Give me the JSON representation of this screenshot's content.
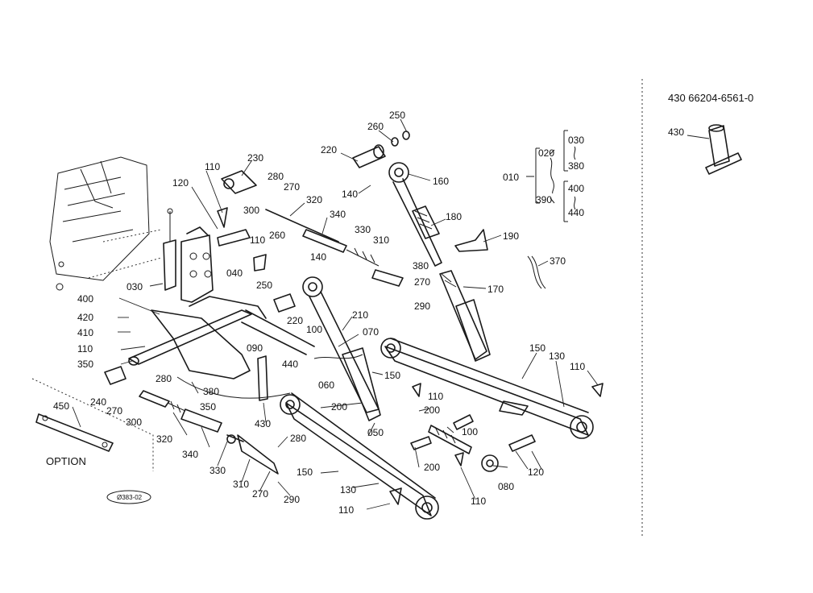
{
  "reference": {
    "header": "430  66204-6561-0",
    "part_label": "430"
  },
  "labels": {
    "option": "OPTION",
    "stamp": "Ø383-02"
  },
  "callouts": [
    {
      "id": "c250a",
      "text": "250"
    },
    {
      "id": "c260a",
      "text": "260"
    },
    {
      "id": "c220a",
      "text": "220"
    },
    {
      "id": "c160",
      "text": "160"
    },
    {
      "id": "c140a",
      "text": "140"
    },
    {
      "id": "c230",
      "text": "230"
    },
    {
      "id": "c280a",
      "text": "280"
    },
    {
      "id": "c270a",
      "text": "270"
    },
    {
      "id": "c110a",
      "text": "110"
    },
    {
      "id": "c120a",
      "text": "120"
    },
    {
      "id": "c300a",
      "text": "300"
    },
    {
      "id": "c320a",
      "text": "320"
    },
    {
      "id": "c340a",
      "text": "340"
    },
    {
      "id": "c180",
      "text": "180"
    },
    {
      "id": "c190",
      "text": "190"
    },
    {
      "id": "c110b",
      "text": "110"
    },
    {
      "id": "c260b",
      "text": "260"
    },
    {
      "id": "c330a",
      "text": "330"
    },
    {
      "id": "c310a",
      "text": "310"
    },
    {
      "id": "c140b",
      "text": "140"
    },
    {
      "id": "c380a",
      "text": "380"
    },
    {
      "id": "c270b",
      "text": "270"
    },
    {
      "id": "c040",
      "text": "040"
    },
    {
      "id": "c250b",
      "text": "250"
    },
    {
      "id": "c290a",
      "text": "290"
    },
    {
      "id": "c370",
      "text": "370"
    },
    {
      "id": "c030",
      "text": "030"
    },
    {
      "id": "c170",
      "text": "170"
    },
    {
      "id": "c400",
      "text": "400"
    },
    {
      "id": "c220b",
      "text": "220"
    },
    {
      "id": "c210",
      "text": "210"
    },
    {
      "id": "c420",
      "text": "420"
    },
    {
      "id": "c100a",
      "text": "100"
    },
    {
      "id": "c070",
      "text": "070"
    },
    {
      "id": "c410",
      "text": "410"
    },
    {
      "id": "c110c",
      "text": "110"
    },
    {
      "id": "c090",
      "text": "090"
    },
    {
      "id": "c440",
      "text": "440"
    },
    {
      "id": "c150a",
      "text": "150"
    },
    {
      "id": "c130a",
      "text": "130"
    },
    {
      "id": "c110d",
      "text": "110"
    },
    {
      "id": "c350a",
      "text": "350"
    },
    {
      "id": "c060",
      "text": "060"
    },
    {
      "id": "c150b",
      "text": "150"
    },
    {
      "id": "c240",
      "text": "240"
    },
    {
      "id": "c280b",
      "text": "280"
    },
    {
      "id": "c380b",
      "text": "380"
    },
    {
      "id": "c110e",
      "text": "110"
    },
    {
      "id": "c350b",
      "text": "350"
    },
    {
      "id": "c200a",
      "text": "200"
    },
    {
      "id": "c270c",
      "text": "270"
    },
    {
      "id": "c300b",
      "text": "300"
    },
    {
      "id": "c200b",
      "text": "200"
    },
    {
      "id": "c100b",
      "text": "100"
    },
    {
      "id": "c430",
      "text": "430"
    },
    {
      "id": "c050",
      "text": "050"
    },
    {
      "id": "c320b",
      "text": "320"
    },
    {
      "id": "c340b",
      "text": "340"
    },
    {
      "id": "c200c",
      "text": "200"
    },
    {
      "id": "c120b",
      "text": "120"
    },
    {
      "id": "c330b",
      "text": "330"
    },
    {
      "id": "c280c",
      "text": "280"
    },
    {
      "id": "c310b",
      "text": "310"
    },
    {
      "id": "c080",
      "text": "080"
    },
    {
      "id": "c150c",
      "text": "150"
    },
    {
      "id": "c270d",
      "text": "270"
    },
    {
      "id": "c290b",
      "text": "290"
    },
    {
      "id": "c130b",
      "text": "130"
    },
    {
      "id": "c110f",
      "text": "110"
    },
    {
      "id": "c110g",
      "text": "110"
    },
    {
      "id": "c450",
      "text": "450"
    }
  ],
  "legend": {
    "root": "010",
    "level1": [
      "020",
      "390"
    ],
    "level2": [
      "030",
      "380",
      "400",
      "440"
    ]
  }
}
